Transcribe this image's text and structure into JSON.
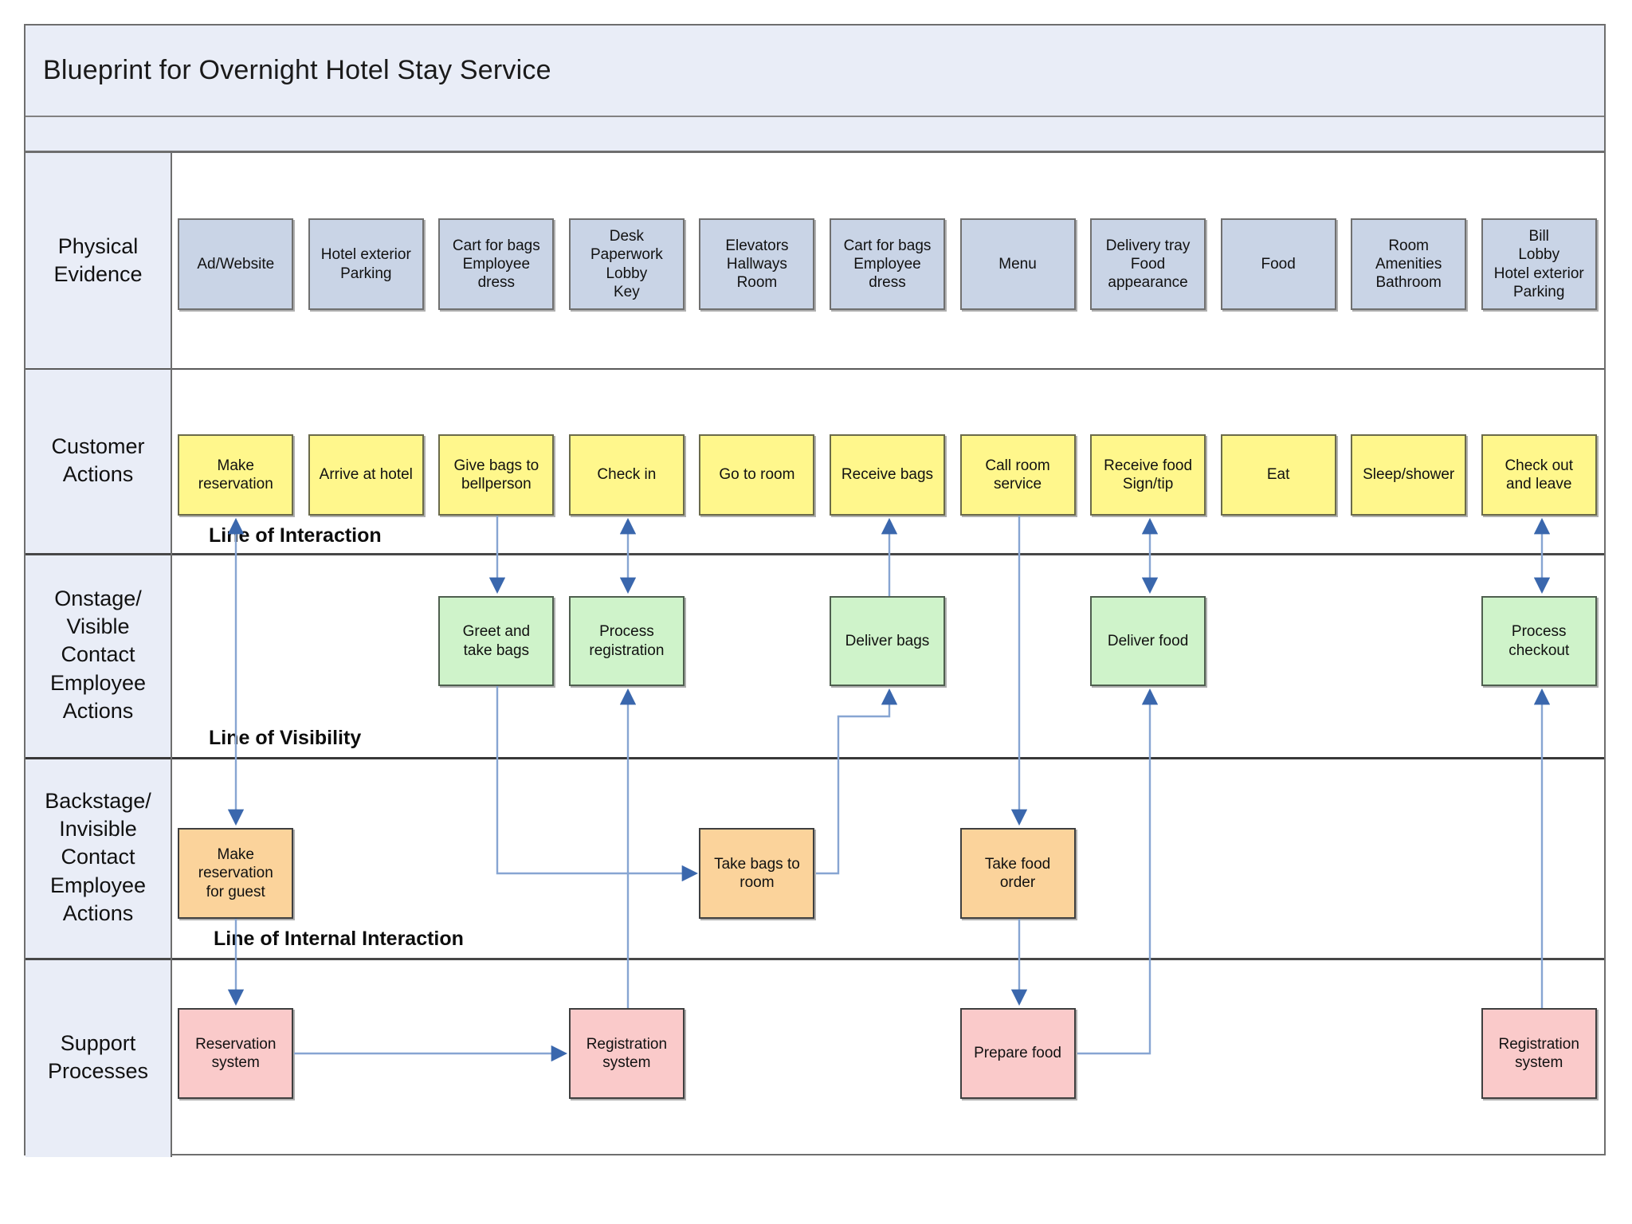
{
  "title": "Blueprint for Overnight Hotel Stay Service",
  "rows": {
    "physical_evidence": {
      "label": "Physical\nEvidence",
      "items": [
        "Ad/Website",
        "Hotel exterior\nParking",
        "Cart for bags\nEmployee\ndress",
        "Desk\nPaperwork\nLobby\nKey",
        "Elevators\nHallways\nRoom",
        "Cart for bags\nEmployee\ndress",
        "Menu",
        "Delivery tray\nFood\nappearance",
        "Food",
        "Room\nAmenities\nBathroom",
        "Bill\nLobby\nHotel exterior\nParking"
      ]
    },
    "customer_actions": {
      "label": "Customer\nActions",
      "items": [
        "Make\nreservation",
        "Arrive at hotel",
        "Give bags to\nbellperson",
        "Check in",
        "Go to room",
        "Receive bags",
        "Call room\nservice",
        "Receive food\nSign/tip",
        "Eat",
        "Sleep/shower",
        "Check out\nand leave"
      ]
    },
    "onstage": {
      "label": "Onstage/\nVisible\nContact\nEmployee\nActions",
      "items": [
        "Greet and\ntake bags",
        "Process\nregistration",
        "Deliver bags",
        "Deliver food",
        "Process\ncheckout"
      ]
    },
    "backstage": {
      "label": "Backstage/\nInvisible\nContact\nEmployee\nActions",
      "items": [
        "Make\nreservation\nfor guest",
        "Take bags to\nroom",
        "Take food\norder"
      ]
    },
    "support": {
      "label": "Support\nProcesses",
      "items": [
        "Reservation\nsystem",
        "Registration\nsystem",
        "Prepare food",
        "Registration\nsystem"
      ]
    }
  },
  "lines": {
    "interaction": "Line of Interaction",
    "visibility": "Line of Visibility",
    "internal": "Line of Internal Interaction"
  },
  "colors": {
    "evidence_fill": "#c9d4e6",
    "customer_fill": "#fff78c",
    "onstage_fill": "#cff3ca",
    "backstage_fill": "#fbd39b",
    "support_fill": "#facaca",
    "header_fill": "#e9edf7",
    "connector_stroke": "#87a5d2",
    "arrowhead": "#3a67ad"
  }
}
